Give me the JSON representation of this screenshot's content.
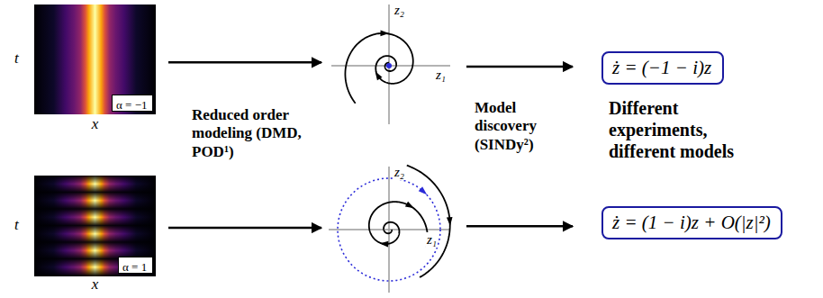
{
  "diagram": {
    "nodes": [
      {
        "text": [
          "t",
          "x"
        ]
      },
      {
        "text": [
          "α = −1"
        ],
        "in": 0
      },
      {
        "text": [
          "z₂",
          "z₁"
        ]
      },
      {
        "text": [
          "ż = (−1 − i)z"
        ]
      },
      {
        "text": [
          "t",
          "x"
        ]
      },
      {
        "text": [
          "α = 1"
        ],
        "in": 4
      },
      {
        "text": [
          "z₂",
          "z₁"
        ]
      },
      {
        "text": [
          "ż = (1 − i)z + O(|z|²)"
        ]
      }
    ],
    "edges": [
      {
        "from": 0,
        "to": 2,
        "arrow": "to"
      },
      {
        "from": 2,
        "to": 3,
        "arrow": "to"
      },
      {
        "from": 4,
        "to": 6,
        "arrow": "to"
      },
      {
        "from": 6,
        "to": 7,
        "arrow": "to"
      }
    ],
    "labels": [
      "Reduced order modeling (DMD, POD¹)",
      "Model discovery (SINDy²)",
      "Different experiments, different models"
    ]
  }
}
